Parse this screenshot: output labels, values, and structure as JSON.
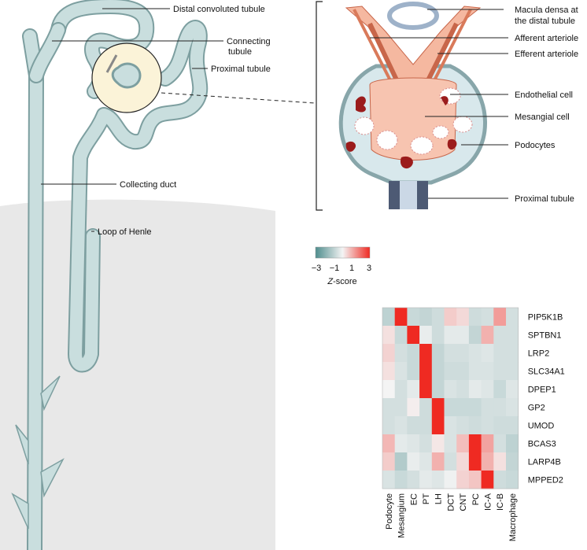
{
  "nephron_labels": {
    "dct": "Distal convoluted tubule",
    "connecting_1": "Connecting",
    "connecting_2": "tubule",
    "proximal": "Proximal tubule",
    "collecting": "Collecting duct",
    "henle": "Loop of Henle"
  },
  "glomerulus_labels": {
    "macula_1": "Macula densa at",
    "macula_2": "the distal tubule",
    "afferent": "Afferent arteriole",
    "efferent": "Efferent arteriole",
    "endothelial": "Endothelial cell",
    "mesangial": "Mesangial cell",
    "podocytes": "Podocytes",
    "proximal": "Proximal tubule"
  },
  "colorbar": {
    "ticks": [
      "−3",
      "−1",
      "1",
      "3"
    ],
    "title_italic": "Z",
    "title_rest": "-score",
    "low_color": "#4f8d8d",
    "mid_color": "#f4f4f4",
    "high_color": "#ef2a22"
  },
  "chart_data": {
    "type": "heatmap",
    "rows": [
      "PIP5K1B",
      "SPTBN1",
      "LRP2",
      "SLC34A1",
      "DPEP1",
      "GP2",
      "UMOD",
      "BCAS3",
      "LARP4B",
      "MPPED2"
    ],
    "columns": [
      "Podocyte",
      "Mesangium",
      "EC",
      "PT",
      "LH",
      "DCT",
      "CNT",
      "PC",
      "IC-A",
      "IC-B",
      "Macrophage"
    ],
    "zlim": [
      -3,
      3
    ],
    "values": [
      [
        -1.0,
        3.0,
        -0.8,
        -0.9,
        -0.7,
        0.6,
        0.4,
        -0.7,
        -0.6,
        1.3,
        -0.6
      ],
      [
        0.3,
        -0.8,
        3.0,
        -0.2,
        -0.7,
        -0.3,
        -0.3,
        -0.9,
        1.0,
        -0.6,
        -0.6
      ],
      [
        0.5,
        -0.6,
        -0.8,
        3.0,
        -0.9,
        -0.6,
        -0.6,
        -0.5,
        -0.4,
        -0.6,
        -0.6
      ],
      [
        0.3,
        -0.5,
        -0.8,
        3.0,
        -0.9,
        -0.7,
        -0.7,
        -0.5,
        -0.5,
        -0.6,
        -0.6
      ],
      [
        0.0,
        -0.6,
        -0.3,
        3.0,
        -0.9,
        -0.5,
        -0.6,
        -0.3,
        -0.4,
        -0.8,
        -0.4
      ],
      [
        -0.6,
        -0.6,
        0.1,
        -0.7,
        3.0,
        -0.8,
        -0.8,
        -0.8,
        -0.6,
        -0.6,
        -0.5
      ],
      [
        -0.6,
        -0.5,
        -0.7,
        -0.7,
        3.0,
        -0.5,
        -0.6,
        -0.7,
        -0.6,
        -0.7,
        -0.7
      ],
      [
        0.9,
        -0.3,
        -0.4,
        -0.6,
        0.2,
        -0.5,
        0.8,
        3.0,
        1.2,
        -0.6,
        -1.0
      ],
      [
        0.6,
        -1.2,
        -0.2,
        -0.4,
        1.0,
        -0.6,
        0.4,
        3.0,
        1.0,
        0.3,
        -0.9
      ],
      [
        -0.5,
        -0.8,
        -0.6,
        -0.3,
        -0.4,
        -0.1,
        0.5,
        0.7,
        3.0,
        -0.7,
        -0.8
      ]
    ]
  }
}
